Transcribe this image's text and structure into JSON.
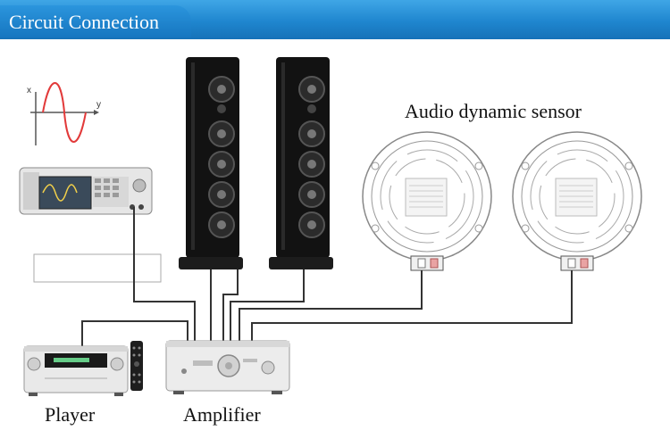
{
  "header": {
    "title": "Circuit Connection"
  },
  "graph": {
    "axis_x": "x",
    "axis_y": "y"
  },
  "labels": {
    "sensor": "Audio dynamic sensor",
    "player": "Player",
    "amplifier": "Amplifier"
  },
  "colors": {
    "header_blue": "#1f86cf",
    "wave_red": "#e23a3a",
    "speaker_body": "#121212",
    "cable": "#333333"
  },
  "icons": [
    "sine-wave-graph-icon",
    "signal-generator-icon",
    "speaker-icon",
    "sensor-icon",
    "player-icon",
    "remote-icon",
    "amplifier-icon"
  ]
}
